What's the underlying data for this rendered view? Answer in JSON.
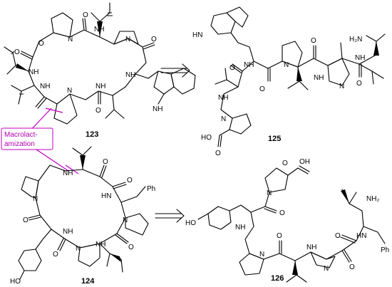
{
  "annotation": {
    "lines": [
      "Macrolact-",
      "amization"
    ],
    "color": "#c000c0"
  },
  "compounds": [
    {
      "id": "123"
    },
    {
      "id": "124"
    },
    {
      "id": "125"
    },
    {
      "id": "126"
    }
  ],
  "atom_labels": {
    "nh": "NH",
    "hn": "HN",
    "n": "N",
    "o": "O",
    "ho": "HO",
    "hooc": "HO",
    "oh": "OH",
    "nh2": "NH₂",
    "ph": "Ph",
    "h2n": "H₂N"
  },
  "arrows": [
    "retrosynthesis-arrow-top",
    "retrosynthesis-arrow-bottom"
  ]
}
